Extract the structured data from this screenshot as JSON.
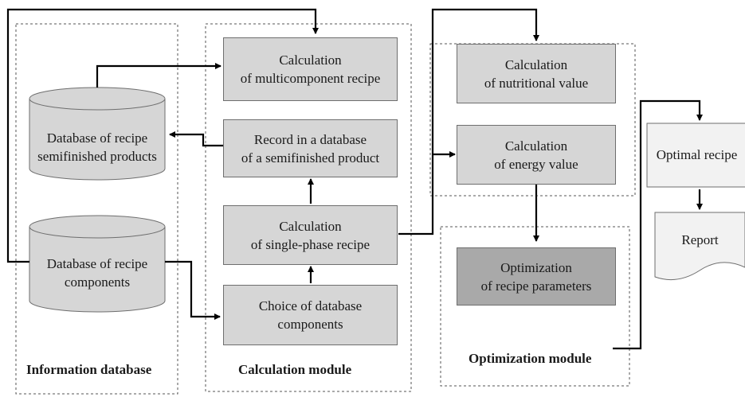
{
  "modules": {
    "information": "Information database",
    "calculation": "Calculation module",
    "optimization": "Optimization module"
  },
  "databases": {
    "semifinished": [
      "Database of recipe",
      "semifinished products"
    ],
    "components": [
      "Database of recipe",
      "components"
    ]
  },
  "boxes": {
    "multicomponent": [
      "Calculation",
      "of multicomponent recipe"
    ],
    "record": [
      "Record in a database",
      "of a semifinished product"
    ],
    "single_phase": [
      "Calculation",
      "of single-phase recipe"
    ],
    "choice": [
      "Choice of database",
      "components"
    ],
    "nutritional": [
      "Calculation",
      "of nutritional value"
    ],
    "energy": [
      "Calculation",
      "of energy value"
    ],
    "optimization": [
      "Optimization",
      "of recipe parameters"
    ]
  },
  "outputs": {
    "optimal_recipe": "Optimal recipe",
    "report": "Report"
  },
  "colors": {
    "box_fill": "#d6d6d6",
    "box_fill_dark": "#a9a9a9",
    "line": "#000000",
    "dashed_border": "#555555"
  }
}
